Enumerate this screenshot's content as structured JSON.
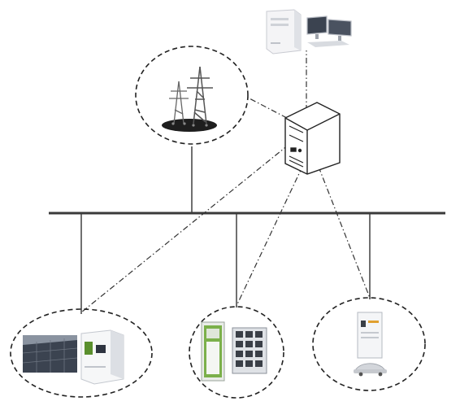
{
  "diagram": {
    "nodes": [
      {
        "id": "monitoring-workstation",
        "icon": "desktop-computer-icon"
      },
      {
        "id": "grid",
        "icon": "transmission-tower-icon"
      },
      {
        "id": "controller",
        "icon": "server-box-icon"
      },
      {
        "id": "pv-system",
        "icon": "solar-panel-inverter-icon"
      },
      {
        "id": "battery-storage",
        "icon": "battery-cabinet-icon"
      },
      {
        "id": "ev-charger",
        "icon": "ev-charger-icon"
      }
    ],
    "connections": {
      "power_lines": [
        [
          "grid",
          "ac-bus"
        ],
        [
          "ac-bus",
          "pv-system"
        ],
        [
          "ac-bus",
          "battery-storage"
        ],
        [
          "ac-bus",
          "ev-charger"
        ]
      ],
      "communication_lines": [
        [
          "controller",
          "monitoring-workstation"
        ],
        [
          "controller",
          "grid"
        ],
        [
          "controller",
          "pv-system"
        ],
        [
          "controller",
          "battery-storage"
        ],
        [
          "controller",
          "ev-charger"
        ]
      ]
    },
    "colors": {
      "line": "#333333",
      "bus": "#3a3a3a",
      "panel": "#3b4350",
      "inverter_accent": "#5a8f2d",
      "storage_green": "#7bb04a",
      "charger_accent": "#e0a030"
    }
  }
}
